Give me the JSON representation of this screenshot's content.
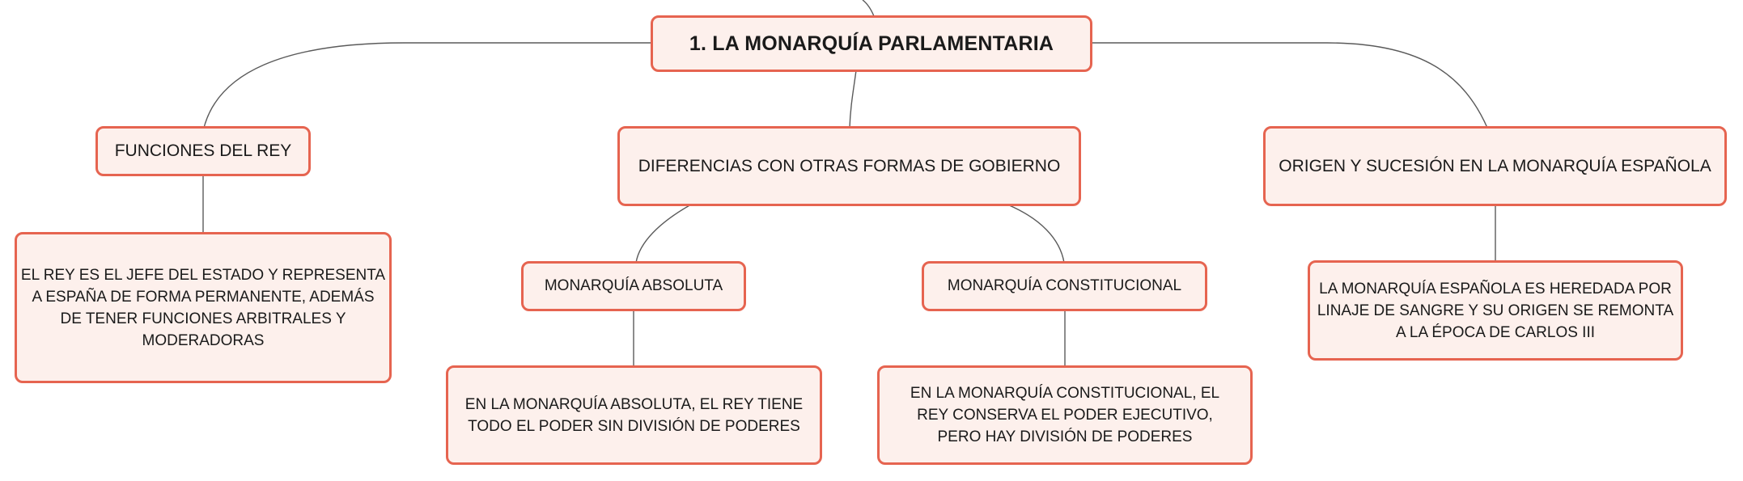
{
  "diagram": {
    "type": "mind-map",
    "root": {
      "label": "1. LA MONARQUÍA PARLAMENTARIA"
    },
    "branches": {
      "funciones": {
        "label": "FUNCIONES DEL REY",
        "detail": "EL REY ES EL JEFE DEL ESTADO Y REPRESENTA A ESPAÑA DE FORMA PERMANENTE, ADEMÁS DE TENER FUNCIONES ARBITRALES Y MODERADORAS"
      },
      "diferencias": {
        "label": "DIFERENCIAS CON OTRAS FORMAS DE GOBIERNO",
        "absoluta": {
          "label": "MONARQUÍA ABSOLUTA",
          "detail": "EN LA MONARQUÍA ABSOLUTA, EL REY TIENE TODO EL PODER SIN DIVISIÓN DE PODERES"
        },
        "constitucional": {
          "label": "MONARQUÍA CONSTITUCIONAL",
          "detail": "EN LA MONARQUÍA CONSTITUCIONAL, EL REY CONSERVA EL PODER EJECUTIVO, PERO HAY DIVISIÓN DE PODERES"
        }
      },
      "origen": {
        "label": "ORIGEN Y SUCESIÓN EN LA MONARQUÍA ESPAÑOLA",
        "detail": "LA MONARQUÍA ESPAÑOLA ES HEREDADA POR LINAJE DE SANGRE Y SU ORIGEN SE REMONTA A LA ÉPOCA DE CARLOS III"
      }
    }
  },
  "colors": {
    "node_fill": "#fdf0ec",
    "node_border": "#e66450",
    "connector": "#5a5a5a",
    "text": "#1a1a1a"
  }
}
